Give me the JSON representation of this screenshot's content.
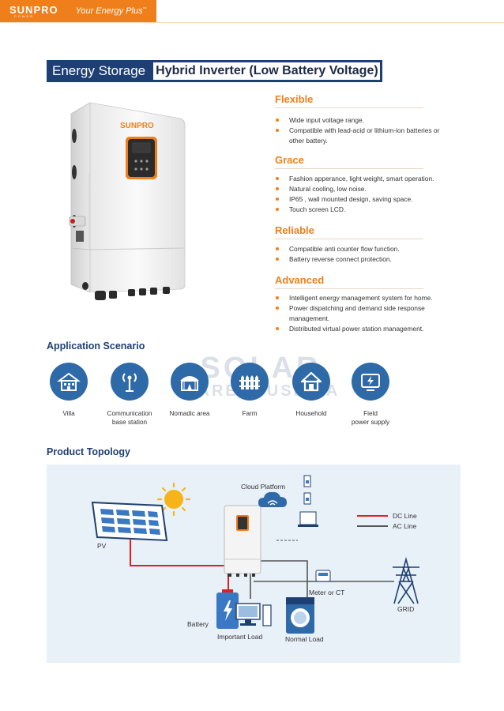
{
  "header": {
    "logo_text": "SUNPRO",
    "logo_sub": "POWER",
    "tagline": "Your Energy Plus",
    "tagline_mark": "™"
  },
  "title": {
    "category": "Energy Storage",
    "product": "Hybrid Inverter (Low Battery Voltage)"
  },
  "device": {
    "brand": "SUNPRO"
  },
  "features": [
    {
      "heading": "Flexible",
      "items": [
        "Wide input voltage range.",
        "Compatible with lead-acid or lithium-ion batteries or other battery."
      ]
    },
    {
      "heading": "Grace",
      "items": [
        "Fashion apperance, light weight, smart operation.",
        "Natural cooling, low noise.",
        "IP65 , wall mounted design, saving space.",
        "Touch screen LCD."
      ]
    },
    {
      "heading": "Reliable",
      "items": [
        "Compatible anti counter flow function.",
        "Battery reverse connect protection."
      ]
    },
    {
      "heading": "Advanced",
      "items": [
        "Intelligent energy management system for home.",
        "Power dispatching and demand side response management.",
        "Distributed virtual power station management."
      ]
    }
  ],
  "application": {
    "heading": "Application Scenario",
    "items": [
      {
        "label": "Villa",
        "icon": "villa-icon"
      },
      {
        "label": "Communication\nbase station",
        "icon": "antenna-icon"
      },
      {
        "label": "Nomadic area",
        "icon": "yurt-icon"
      },
      {
        "label": "Farm",
        "icon": "fence-icon"
      },
      {
        "label": "Household",
        "icon": "house-icon"
      },
      {
        "label": "Field\npower supply",
        "icon": "field-power-icon"
      }
    ]
  },
  "watermark": {
    "line1": "SOLAR",
    "line2": "WAREHOUSE SA"
  },
  "topology": {
    "heading": "Product Topology",
    "labels": {
      "cloud": "Cloud Platform",
      "pv": "PV",
      "battery": "Battery",
      "important_load": "Important Load",
      "normal_load": "Normal Load",
      "meter": "Meter or CT",
      "grid": "GRID",
      "dc_line": "DC Line",
      "ac_line": "AC Line"
    },
    "colors": {
      "dc": "#e02020",
      "ac": "#555555"
    }
  }
}
